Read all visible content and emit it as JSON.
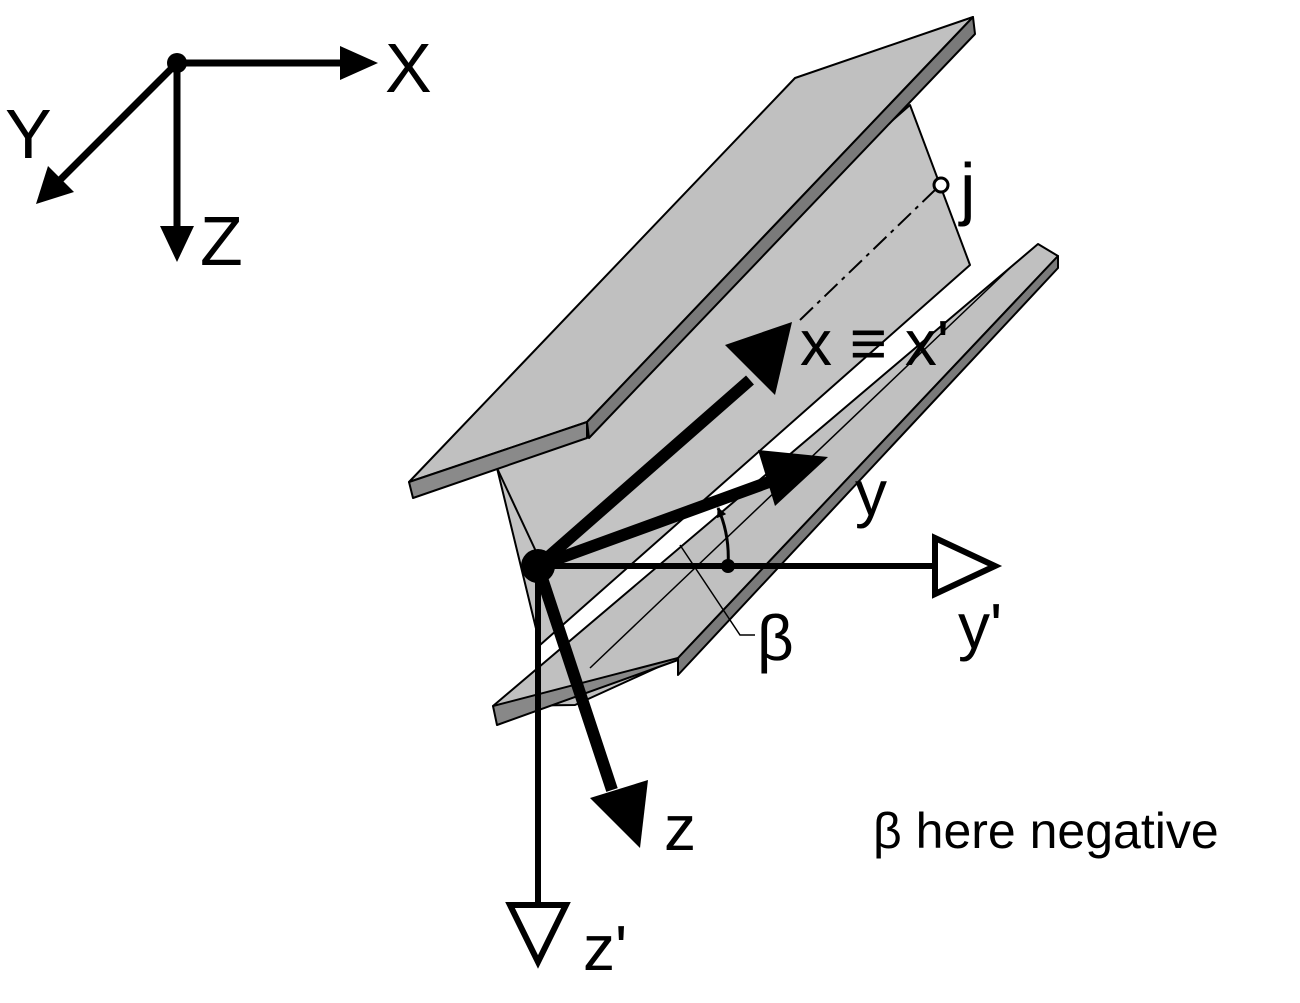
{
  "global_axes": {
    "x_label": "X",
    "y_label": "Y",
    "z_label": "Z"
  },
  "beam": {
    "node_label": "j"
  },
  "local_axes": {
    "x_label": "x ≡ x'",
    "y_label": "y",
    "y_prime_label": "y'",
    "z_label": "z",
    "z_prime_label": "z'"
  },
  "angle": {
    "symbol": "β"
  },
  "caption": "β here negative",
  "colors": {
    "steel_face": "#c0c0c0",
    "steel_edge": "#7a7a7a",
    "ink": "#000000"
  }
}
